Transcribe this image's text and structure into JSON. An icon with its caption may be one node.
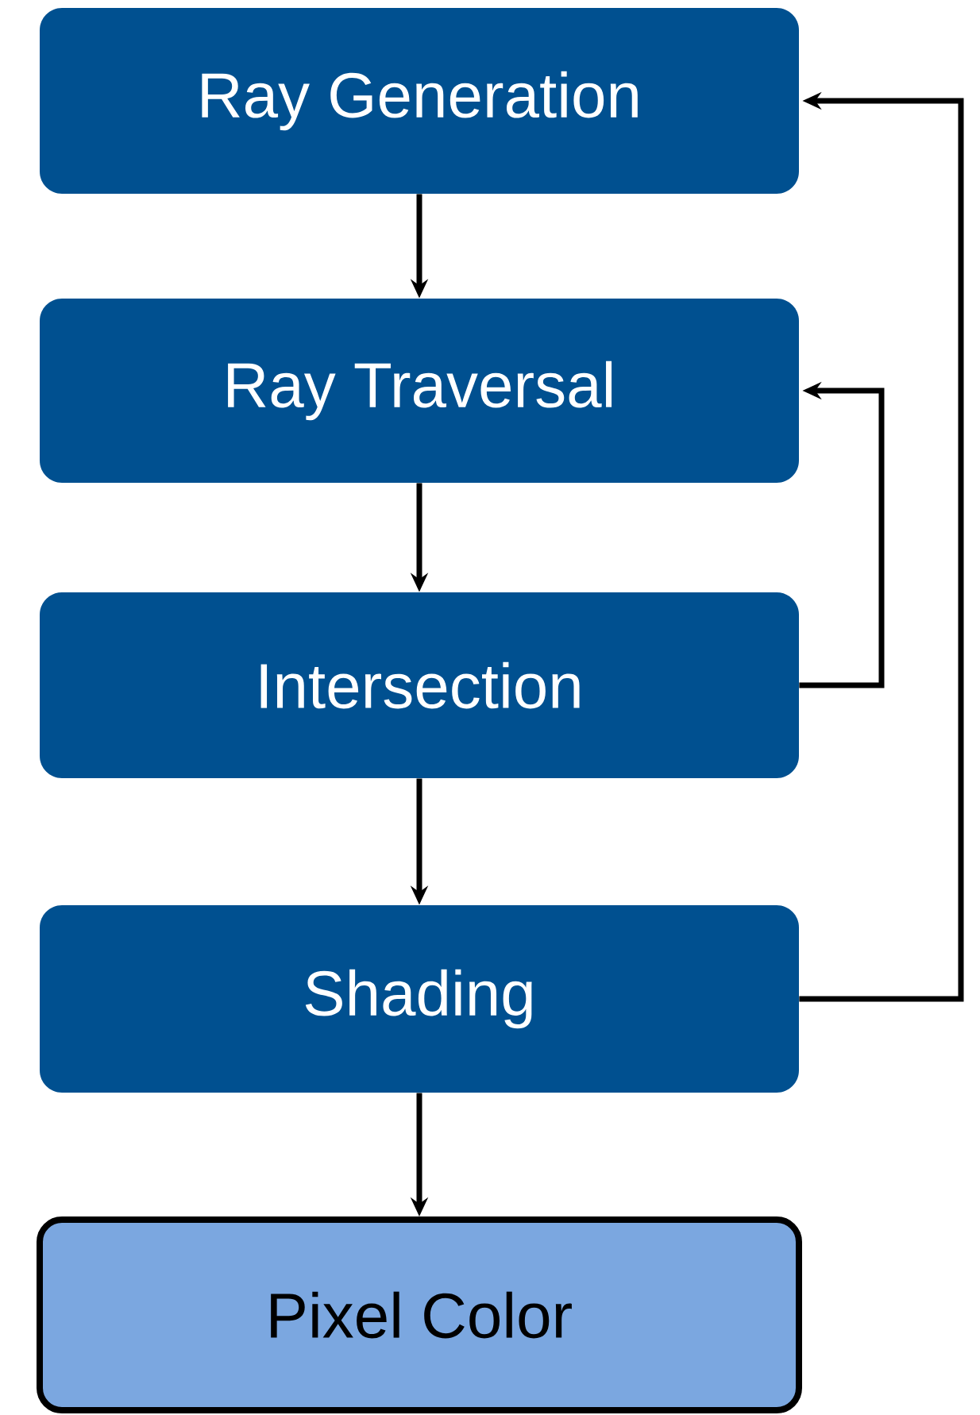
{
  "diagram": {
    "nodes": [
      {
        "text": [
          "Ray Generation"
        ]
      },
      {
        "text": [
          "Ray Traversal"
        ]
      },
      {
        "text": [
          "Intersection"
        ]
      },
      {
        "text": [
          "Shading"
        ]
      },
      {
        "text": [
          "Pixel Color"
        ]
      }
    ],
    "edges": [
      {
        "from": 0,
        "to": 1,
        "arrow": "to"
      },
      {
        "from": 1,
        "to": 2,
        "arrow": "to"
      },
      {
        "from": 2,
        "to": 3,
        "arrow": "to"
      },
      {
        "from": 3,
        "to": 4,
        "arrow": "to"
      },
      {
        "from": 2,
        "to": 1,
        "arrow": "to"
      },
      {
        "from": 3,
        "to": 0,
        "arrow": "to"
      }
    ]
  }
}
